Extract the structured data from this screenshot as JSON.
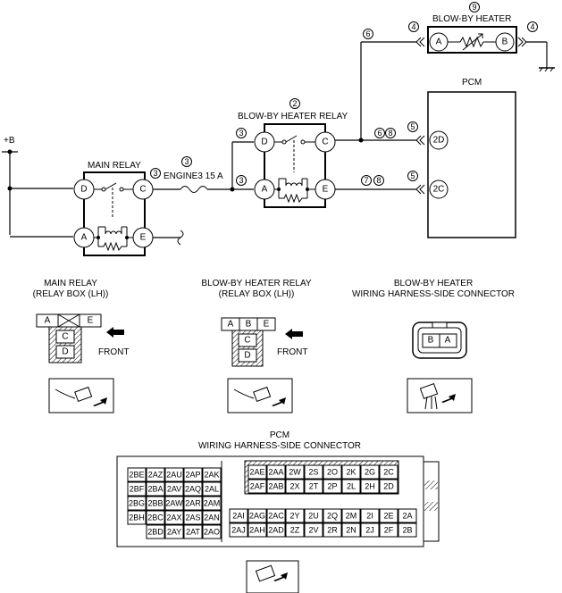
{
  "title": "",
  "labels": {
    "supply": "+B",
    "main_relay": "MAIN RELAY",
    "blowby_relay": "BLOW-BY HEATER RELAY",
    "blowby_heater": "BLOW-BY HEATER",
    "pcm": "PCM",
    "fuse": "ENGINE3 15 A",
    "front": "FRONT"
  },
  "callouts": {
    "n2": "2",
    "n3": "3",
    "n4": "4",
    "n5": "5",
    "n6": "6",
    "n7": "7",
    "n8": "8",
    "n9": "9"
  },
  "pins": {
    "a": "A",
    "b": "B",
    "c": "C",
    "d": "D",
    "e": "E",
    "pcm_2d": "2D",
    "pcm_2c": "2C"
  },
  "connectors": {
    "main_relay": {
      "line1": "MAIN RELAY",
      "line2": "(RELAY BOX (LH))"
    },
    "blowby_relay": {
      "line1": "BLOW-BY HEATER RELAY",
      "line2": "(RELAY BOX (LH))"
    },
    "blowby_heater": {
      "line1": "BLOW-BY HEATER",
      "line2": "WIRING HARNESS-SIDE CONNECTOR"
    },
    "pcm": {
      "line1": "PCM",
      "line2": "WIRING HARNESS-SIDE CONNECTOR"
    }
  },
  "pcm_left_block": [
    [
      "2BE",
      "2AZ",
      "2AU",
      "2AP",
      "2AK"
    ],
    [
      "2BF",
      "2BA",
      "2AV",
      "2AQ",
      "2AL"
    ],
    [
      "2BG",
      "2BB",
      "2AW",
      "2AR",
      "2AM"
    ],
    [
      "2BH",
      "2BC",
      "2AX",
      "2AS",
      "2AN"
    ],
    [
      "",
      "2BD",
      "2AY",
      "2AT",
      "2AO"
    ]
  ],
  "pcm_right_top": [
    [
      "2AE",
      "2AA",
      "2W",
      "2S",
      "2O",
      "2K",
      "2G",
      "2C"
    ],
    [
      "2AF",
      "2AB",
      "2X",
      "2T",
      "2P",
      "2L",
      "2H",
      "2D"
    ]
  ],
  "pcm_right_bottom": [
    [
      "2AI",
      "2AG",
      "2AC",
      "2Y",
      "2U",
      "2Q",
      "2M",
      "2I",
      "2E",
      "2A"
    ],
    [
      "2AJ",
      "2AH",
      "2AD",
      "2Z",
      "2V",
      "2R",
      "2N",
      "2J",
      "2F",
      "2B"
    ]
  ]
}
